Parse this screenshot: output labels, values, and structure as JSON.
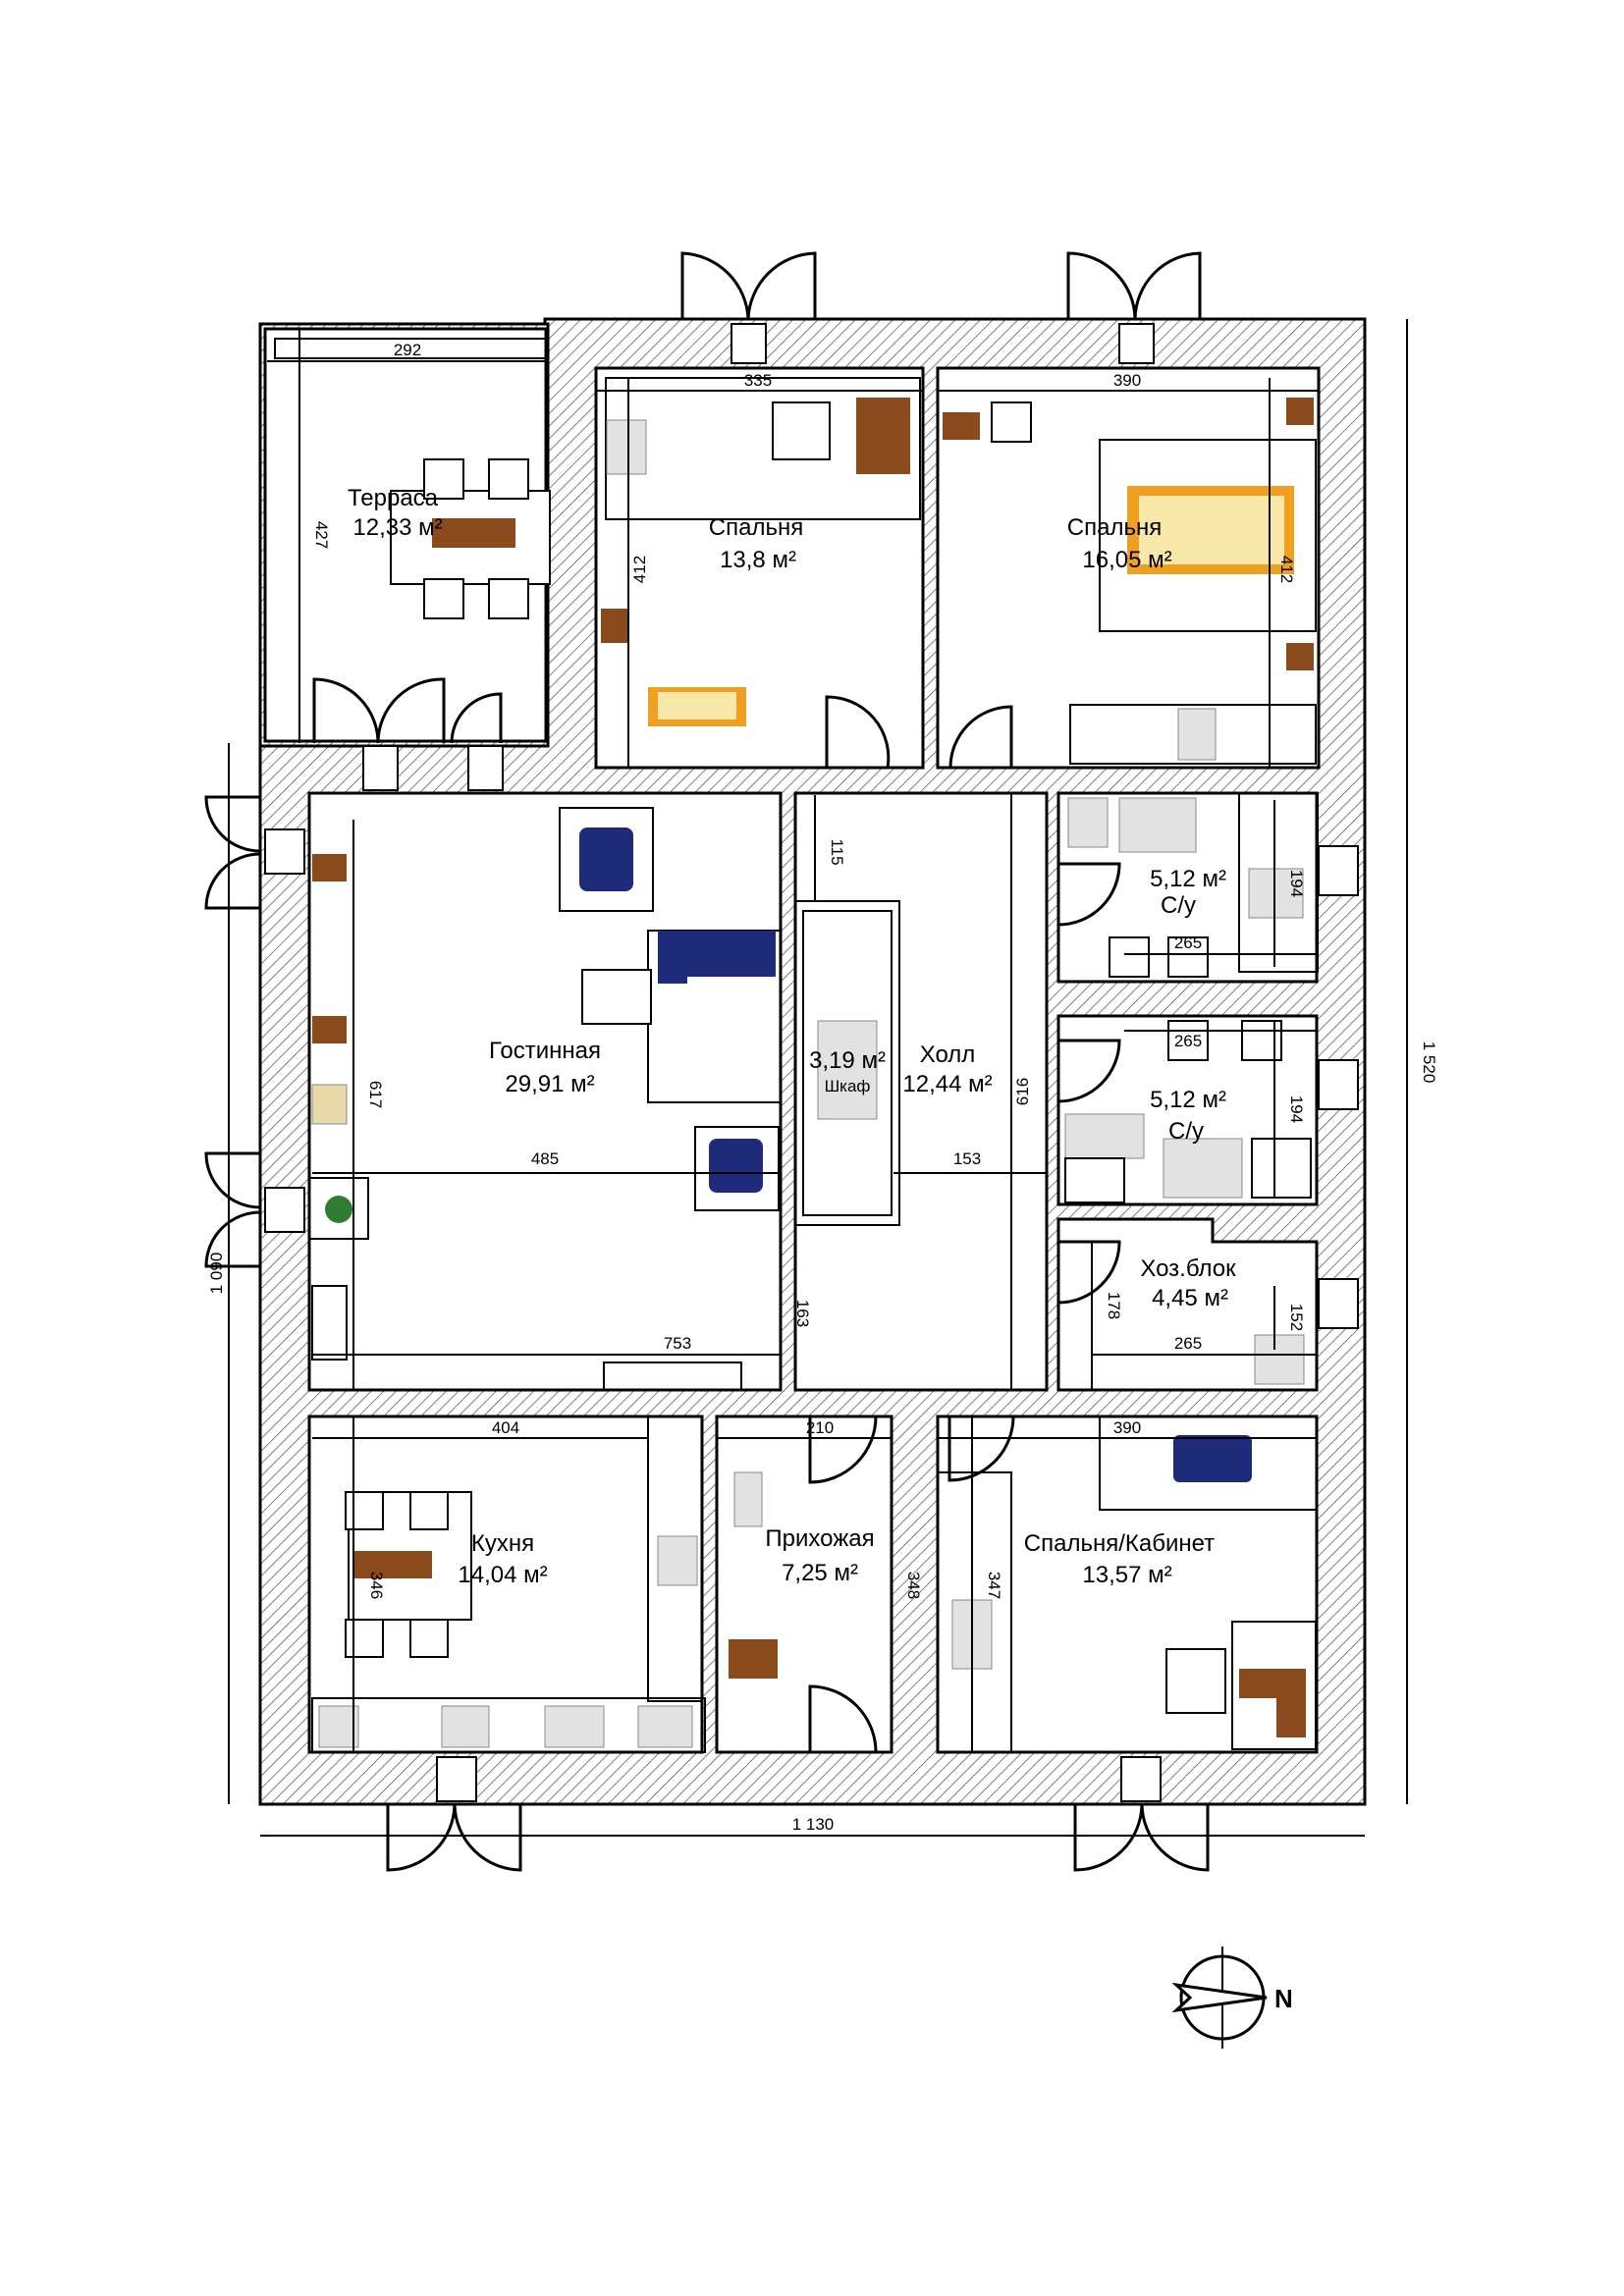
{
  "plan": {
    "rooms": [
      {
        "name": "Терраса",
        "area": "12,33 м²"
      },
      {
        "name": "Спальня",
        "area": "13,8 м²"
      },
      {
        "name": "Спальня",
        "area": "16,05 м²"
      },
      {
        "name": "Гостинная",
        "area": "29,91 м²"
      },
      {
        "name": "Холл",
        "area": "12,44 м²"
      },
      {
        "name": "Шкаф",
        "area": "3,19 м²"
      },
      {
        "name": "С/у",
        "area": "5,12 м²"
      },
      {
        "name": "С/у",
        "area": "5,12 м²"
      },
      {
        "name": "Хоз.блок",
        "area": "4,45 м²"
      },
      {
        "name": "Кухня",
        "area": "14,04 м²"
      },
      {
        "name": "Прихожая",
        "area": "7,25 м²"
      },
      {
        "name": "Спальня/Кабинет",
        "area": "13,57 м²"
      }
    ],
    "dimensions": {
      "terrace_width": "292",
      "terrace_depth": "427",
      "bedroom1_width": "335",
      "bedroom1_depth": "412",
      "bedroom2_width": "390",
      "bedroom2_depth": "412",
      "closet_gap": "115",
      "bath1_depth": "194",
      "bath1_width": "265",
      "bath2_width": "265",
      "bath2_depth": "194",
      "living_depth": "617",
      "living_width": "485",
      "hall_depth": "616",
      "hall_width": "153",
      "hall_lower": "163",
      "living_total": "753",
      "utility_depth": "178",
      "utility_width": "265",
      "utility_small": "152",
      "house_depth": "1 090",
      "house_total_depth": "1 520",
      "kitchen_width": "404",
      "kitchen_depth": "346",
      "entry_width": "210",
      "entry_depth": "348",
      "study_depth": "347",
      "study_width": "390",
      "house_width": "1 130"
    },
    "compass_label": "N",
    "colors": {
      "wall_hatch": "#000000",
      "sofa": "#1e2a7a",
      "wood": "#8b4a1c",
      "bed_frame": "#f0a020",
      "bed_mattress": "#f7e7a8",
      "appliance": "#d8d8d8"
    }
  }
}
